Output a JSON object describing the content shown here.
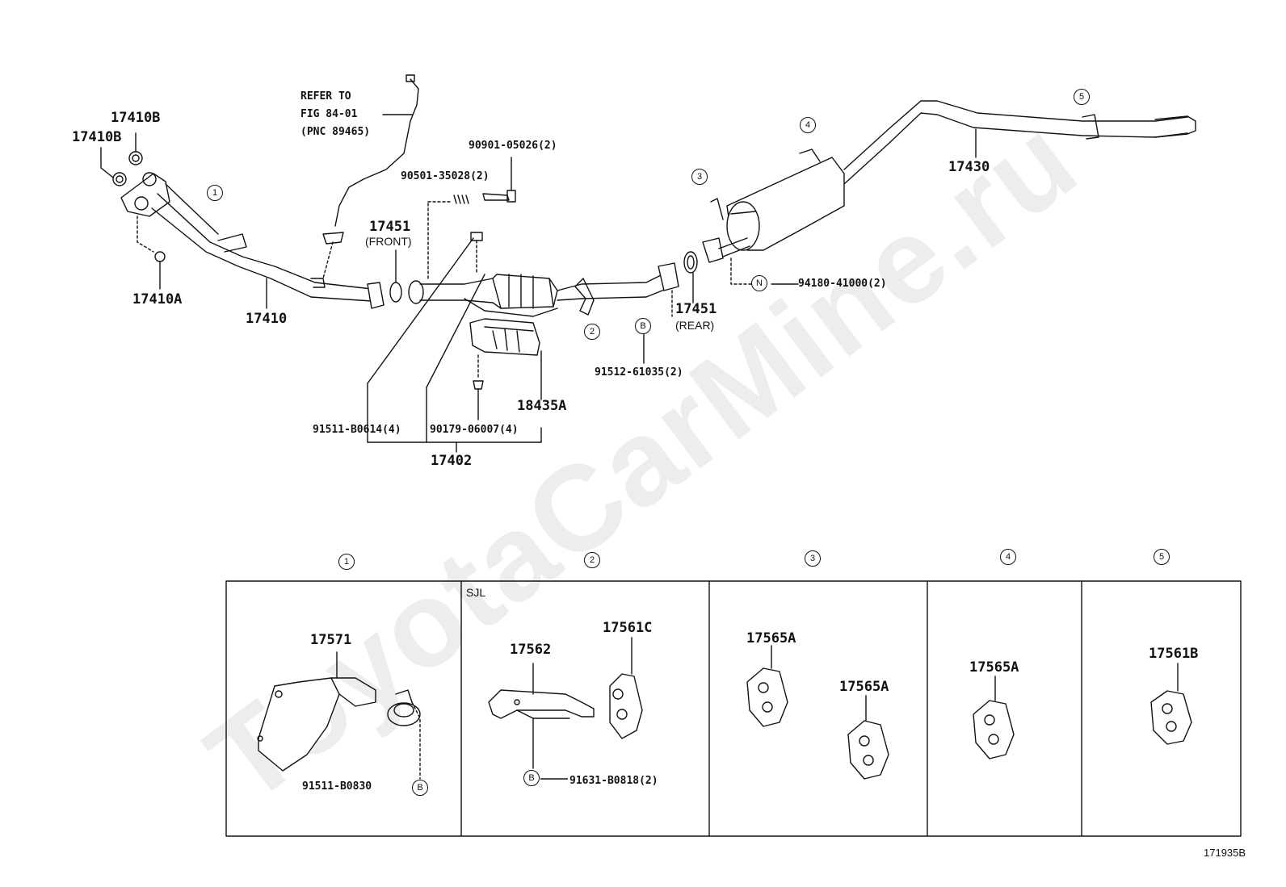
{
  "watermark": "ToyotaCarMine.ru",
  "diagram_id": "171935B",
  "labels": {
    "refer_line1": "REFER TO",
    "refer_line2": "FIG 84-01",
    "refer_line3": "(PNC 89465)",
    "p17410B_top": "17410B",
    "p17410B_left": "17410B",
    "p17410A": "17410A",
    "p17410": "17410",
    "p17451_front": "17451",
    "front": "(FRONT)",
    "p90901": "90901-05026(2)",
    "p90501": "90501-35028(2)",
    "p17451_rear": "17451",
    "rear": "(REAR)",
    "p91512": "91512-61035(2)",
    "p94180": "94180-41000(2)",
    "p17430": "17430",
    "p18435A": "18435A",
    "p91511_b0614": "91511-B0614(4)",
    "p90179": "90179-06007(4)",
    "p17402": "17402",
    "p17571": "17571",
    "p91511_b0830": "91511-B0830",
    "sjl": "SJL",
    "p17562": "17562",
    "p17561C": "17561C",
    "p91631": "91631-B0818(2)",
    "p17565A_1": "17565A",
    "p17565A_2": "17565A",
    "p17565A_3": "17565A",
    "p17561B": "17561B"
  },
  "markers": {
    "c1": "1",
    "c2": "2",
    "c3": "3",
    "c4": "4",
    "c5": "5",
    "b": "B",
    "n": "N"
  }
}
